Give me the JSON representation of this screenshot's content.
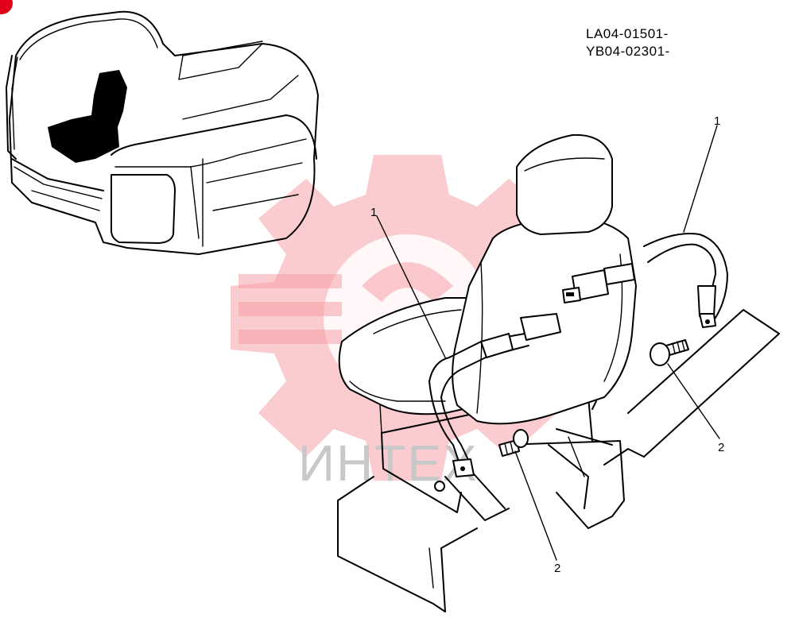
{
  "serial_codes": [
    "LA04-01501-",
    "YB04-02301-"
  ],
  "watermark_text": "ИНТЕХ",
  "callouts": {
    "belt_right": "1",
    "belt_left": "1",
    "bolt_right": "2",
    "bolt_left": "2"
  },
  "colors": {
    "line": "#000000",
    "watermark": "#f6a0a8",
    "marker": "#e3001b"
  }
}
